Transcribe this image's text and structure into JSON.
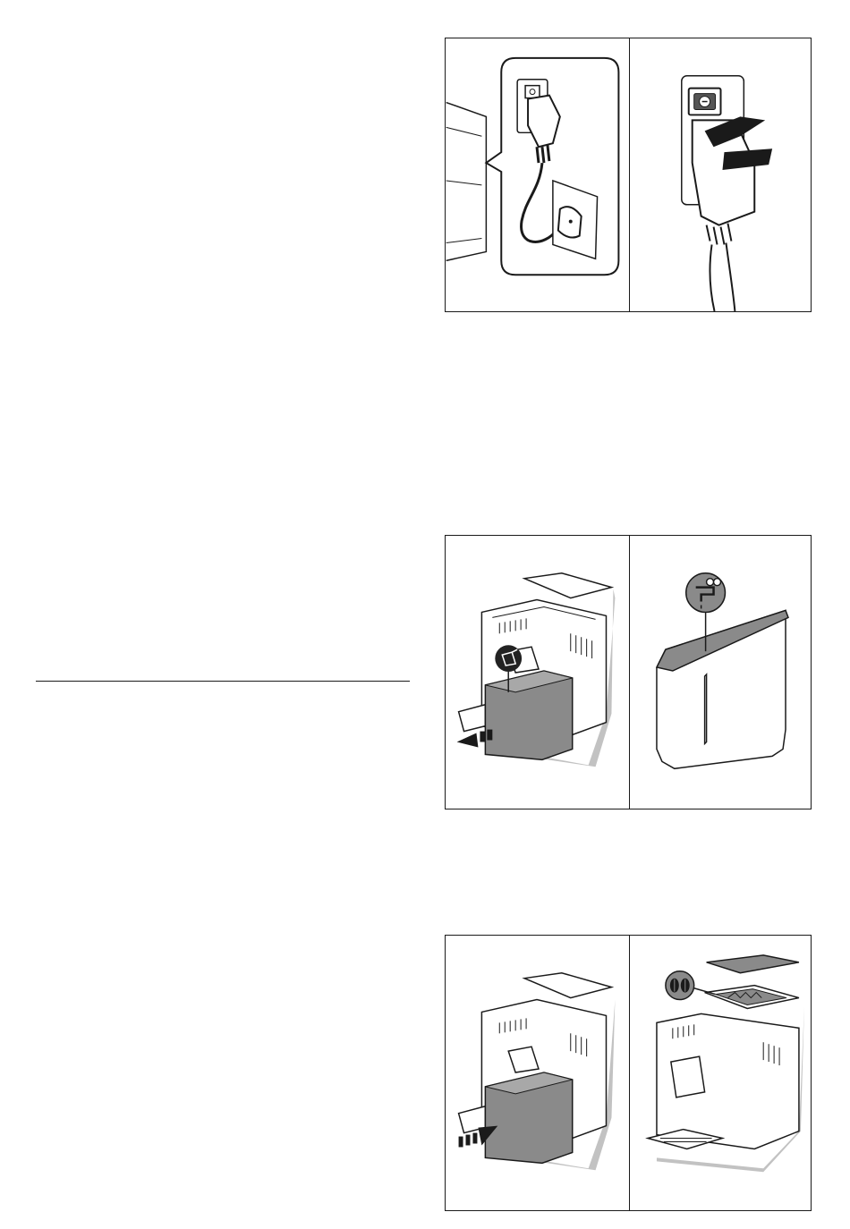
{
  "page": {
    "figures": [
      {
        "id": "fig1",
        "left_panel": "plug-into-machine",
        "right_panel": "insert-plug"
      },
      {
        "id": "fig2",
        "left_panel": "remove-water-tank",
        "right_panel": "fill-water-tank",
        "icons": [
          "jug-icon",
          "tap-water-icon"
        ]
      },
      {
        "id": "fig3",
        "left_panel": "reinsert-water-tank",
        "right_panel": "fill-bean-container",
        "icons": [
          "coffee-beans-icon"
        ]
      }
    ],
    "colors": {
      "line": "#1a1a1a",
      "tank_grey": "#8a8a8a",
      "arrow": "#1a1a1a",
      "badge": "#222222"
    }
  }
}
